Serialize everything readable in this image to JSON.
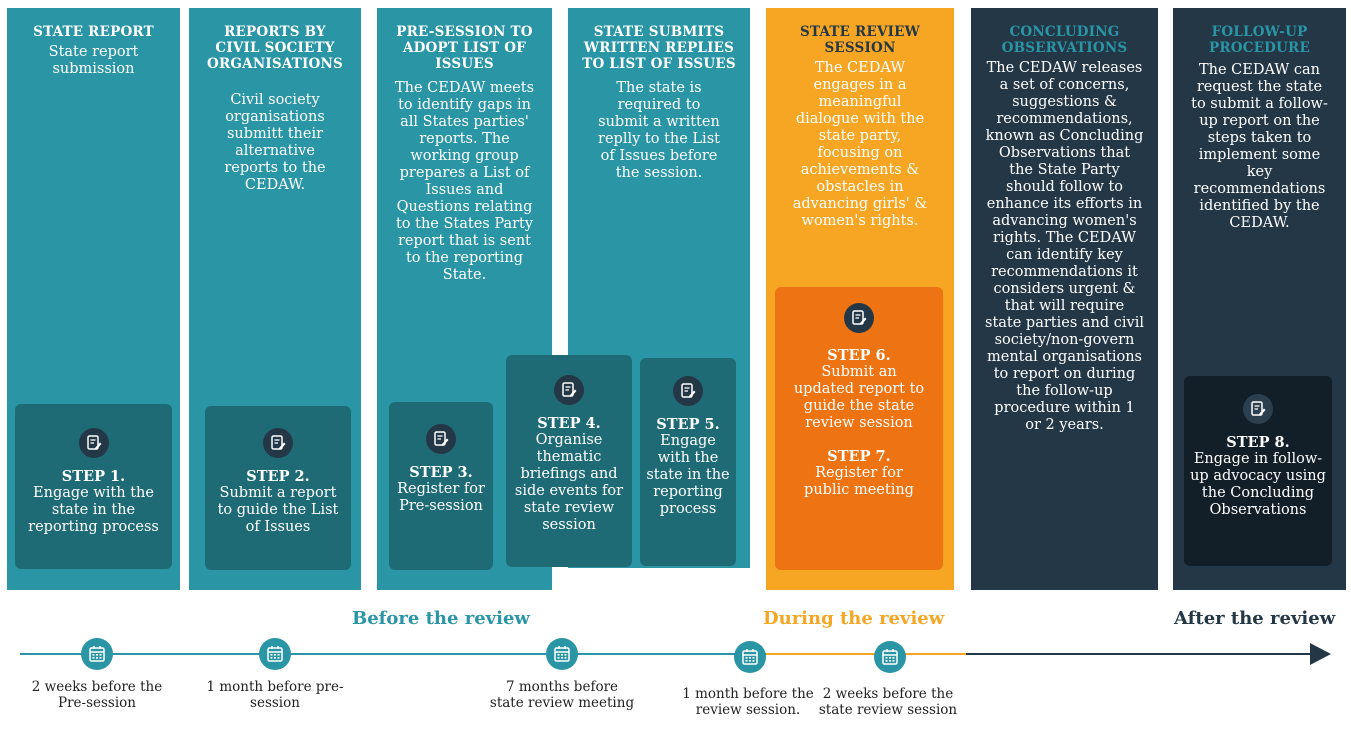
{
  "colors": {
    "teal": "#2a95a5",
    "dark_teal": "#1e6b76",
    "orange": "#f6a623",
    "dark_orange": "#ee7312",
    "navy": "#243746",
    "black_navy": "#121e28"
  },
  "columns": [
    {
      "title": "STATE REPORT",
      "desc": "State report submission"
    },
    {
      "title": "REPORTS BY CIVIL SOCIETY ORGANISATIONS",
      "desc": "Civil society organisations submitt their alternative reports to the CEDAW."
    },
    {
      "title": "PRE-SESSION TO ADOPT LIST OF ISSUES",
      "desc": "The CEDAW meets to identify gaps in all States parties' reports. The working group prepares a List of Issues and Questions relating to the States Party report that is sent to the reporting State."
    },
    {
      "title": "STATE SUBMITS WRITTEN REPLIES TO LIST OF ISSUES",
      "desc": "The state is required to submit a written replly to the List of Issues before the session."
    },
    {
      "title": "STATE REVIEW SESSION",
      "desc": "The CEDAW engages in a meaningful dialogue with the state party, focusing on achievements & obstacles in advancing girls' & women's rights."
    },
    {
      "title": "CONCLUDING OBSERVATIONS",
      "desc": "The CEDAW releases a set of concerns, suggestions & recommendations, known as Concluding Observations that the State Party should follow to enhance its efforts in advancing women's rights. The CEDAW can identify key recommendations  it considers urgent & that will require state parties and civil society/non-govern mental organisations to report on during the follow-up procedure within 1 or 2 years."
    },
    {
      "title": "FOLLOW-UP PROCEDURE",
      "desc": "The CEDAW can request the state to submit a follow-up report on the steps taken to implement some key recommendations identified by the CEDAW."
    }
  ],
  "steps": [
    {
      "num": "STEP 1.",
      "text": "Engage with the state in the reporting process",
      "icon": "document-edit-icon"
    },
    {
      "num": "STEP 2.",
      "text": "Submit a report to guide the List of Issues",
      "icon": "document-edit-icon"
    },
    {
      "num": "STEP 3.",
      "text": "Register for Pre-session",
      "icon": "document-edit-icon"
    },
    {
      "num": "STEP 4.",
      "text": "Organise thematic briefings and side events for state review session",
      "icon": "document-edit-icon"
    },
    {
      "num": "STEP 5.",
      "text": "Engage with the state in the reporting process",
      "icon": "document-edit-icon"
    },
    {
      "num": "STEP 6.",
      "text": "Submit an updated report to guide the state review session",
      "num2": "STEP 7.",
      "text2": "Register for public meeting",
      "icon": "document-edit-icon"
    },
    {
      "num": "STEP 8.",
      "text": "Engage in follow-up advocacy using the Concluding Observations",
      "icon": "document-edit-icon"
    }
  ],
  "phases": {
    "before": "Before the review",
    "during": "During the review",
    "after": "After the review"
  },
  "timeline": [
    {
      "label": "2 weeks before the Pre-session",
      "icon": "calendar-icon"
    },
    {
      "label": "1 month before pre-session",
      "icon": "calendar-icon"
    },
    {
      "label": "7 months before state review meeting",
      "icon": "calendar-icon"
    },
    {
      "label": "1 month before the review session.",
      "icon": "calendar-icon"
    },
    {
      "label": "2 weeks before the  state review session",
      "icon": "calendar-icon"
    }
  ]
}
